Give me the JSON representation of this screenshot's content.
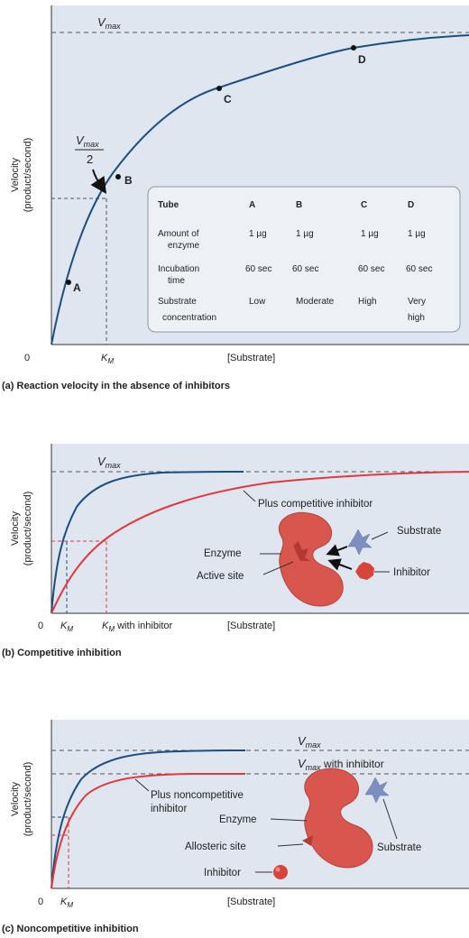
{
  "colors": {
    "panel_bg": "#dfe6ef",
    "table_bg": "#edf1f6",
    "curve_blue": "#1d4e80",
    "curve_red": "#e0383c",
    "guide_gray": "#555555",
    "enzyme": "#d8564d",
    "substrate": "#7d8fbf",
    "inhibitor": "#d9443a"
  },
  "panels": {
    "a": {
      "caption": "(a) Reaction velocity in the absence of inhibitors",
      "ylabel_line1": "Velocity",
      "ylabel_line2": "(product/second)",
      "xlabel": "[Substrate]",
      "origin": "0",
      "km_label": "K",
      "km_sub": "M",
      "vmax_label": "V",
      "vmax_sub": "max",
      "half_vmax_num": "V",
      "half_vmax_sub": "max",
      "half_vmax_den": "2",
      "points": [
        "A",
        "B",
        "C",
        "D"
      ],
      "table": {
        "headers": [
          "Tube",
          "A",
          "B",
          "C",
          "D"
        ],
        "rows": [
          {
            "label1": "Amount of",
            "label2": "enzyme",
            "values": [
              "1 µg",
              "1 µg",
              "1 µg",
              "1 µg"
            ]
          },
          {
            "label1": "Incubation",
            "label2": "time",
            "values": [
              "60 sec",
              "60 sec",
              "60 sec",
              "60 sec"
            ]
          },
          {
            "label1": "Substrate",
            "label2": "concentration",
            "values": [
              "Low",
              "Moderate",
              "High",
              "Very"
            ],
            "extra": "high"
          }
        ]
      }
    },
    "b": {
      "caption": "(b) Competitive inhibition",
      "ylabel_line1": "Velocity",
      "ylabel_line2": "(product/second)",
      "xlabel": "[Substrate]",
      "origin": "0",
      "km_label": "K",
      "km_sub": "M",
      "km_inh_label": "K",
      "km_inh_sub": "M",
      "km_inh_suffix": " with inhibitor",
      "vmax_label": "V",
      "vmax_sub": "max",
      "curve_label": "Plus competitive inhibitor",
      "enzyme_label": "Enzyme",
      "active_site_label": "Active site",
      "substrate_label": "Substrate",
      "inhibitor_label": "Inhibitor"
    },
    "c": {
      "caption": "(c) Noncompetitive inhibition",
      "ylabel_line1": "Velocity",
      "ylabel_line2": "(product/second)",
      "xlabel": "[Substrate]",
      "origin": "0",
      "km_label": "K",
      "km_sub": "M",
      "vmax_label": "V",
      "vmax_sub": "max",
      "vmax_inh_label": "V",
      "vmax_inh_sub": "max",
      "vmax_inh_suffix": " with inhibitor",
      "curve_label_line1": "Plus noncompetitive",
      "curve_label_line2": "inhibitor",
      "enzyme_label": "Enzyme",
      "allosteric_label": "Allosteric site",
      "inhibitor_label": "Inhibitor",
      "substrate_label": "Substrate"
    }
  },
  "chart_data": [
    {
      "type": "line",
      "title": "(a) Reaction velocity in the absence of inhibitors",
      "xlabel": "[Substrate]",
      "ylabel": "Velocity (product/second)",
      "series": [
        {
          "values": [
            0,
            1
          ]
        }
      ],
      "annotations": [
        "Vmax",
        "Vmax/2",
        "KM",
        "A",
        "B",
        "C",
        "D"
      ],
      "grid": false
    },
    {
      "type": "line",
      "title": "(b) Competitive inhibition",
      "xlabel": "[Substrate]",
      "ylabel": "Velocity (product/second)",
      "series": [
        {
          "values": [
            0,
            1
          ]
        },
        {
          "name": "Plus competitive inhibitor",
          "values": [
            0,
            1
          ]
        }
      ],
      "annotations": [
        "Vmax",
        "KM",
        "KM with inhibitor"
      ],
      "grid": false
    },
    {
      "type": "line",
      "title": "(c) Noncompetitive inhibition",
      "xlabel": "[Substrate]",
      "ylabel": "Velocity (product/second)",
      "series": [
        {
          "values": [
            0,
            1
          ]
        },
        {
          "name": "Plus noncompetitive inhibitor",
          "values": [
            0,
            0.76
          ]
        }
      ],
      "annotations": [
        "Vmax",
        "Vmax with inhibitor",
        "KM"
      ],
      "grid": false
    }
  ]
}
